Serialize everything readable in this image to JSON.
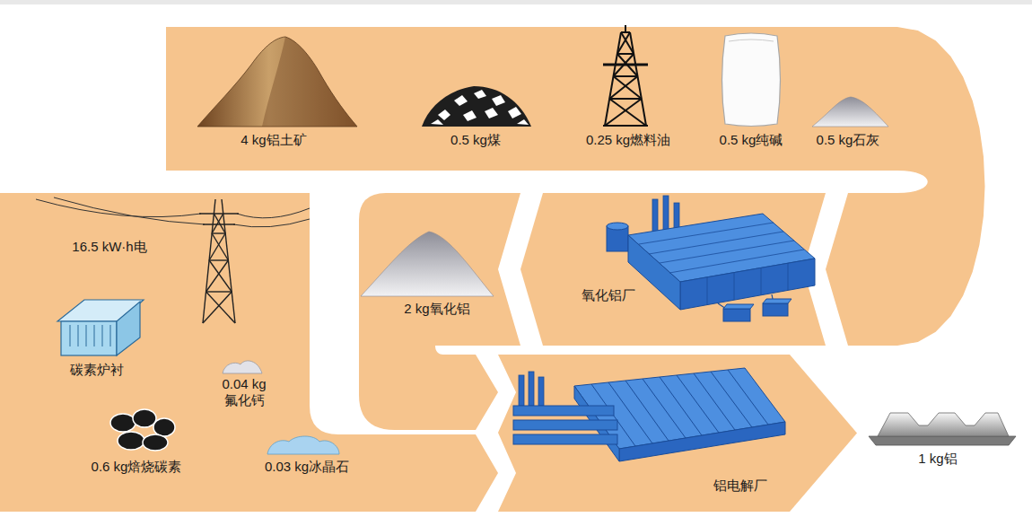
{
  "diagram": {
    "nodes": [
      {
        "text": [
          "4 kg铝土矿",
          "0.5 kg煤",
          "0.25 kg燃料油",
          "0.5 kg纯碱",
          "0.5 kg石灰"
        ]
      },
      {
        "text": [
          "氧化铝厂"
        ]
      },
      {
        "text": [
          "2 kg氧化铝"
        ]
      },
      {
        "text": [
          "16.5 kW·h电",
          "碳素炉衬",
          "0.04 kg 氟化钙",
          "0.6 kg焙烧碳素",
          "0.03 kg冰晶石"
        ]
      },
      {
        "text": [
          "铝电解厂"
        ]
      },
      {
        "text": [
          "1 kg铝"
        ]
      }
    ],
    "edges": [
      {
        "from": 0,
        "to": 1,
        "arrow": "to"
      },
      {
        "from": 1,
        "to": 2,
        "arrow": "to"
      },
      {
        "from": 2,
        "to": 4,
        "arrow": "to"
      },
      {
        "from": 3,
        "to": 4,
        "arrow": "to"
      },
      {
        "from": 4,
        "to": 5,
        "arrow": "to"
      }
    ]
  }
}
